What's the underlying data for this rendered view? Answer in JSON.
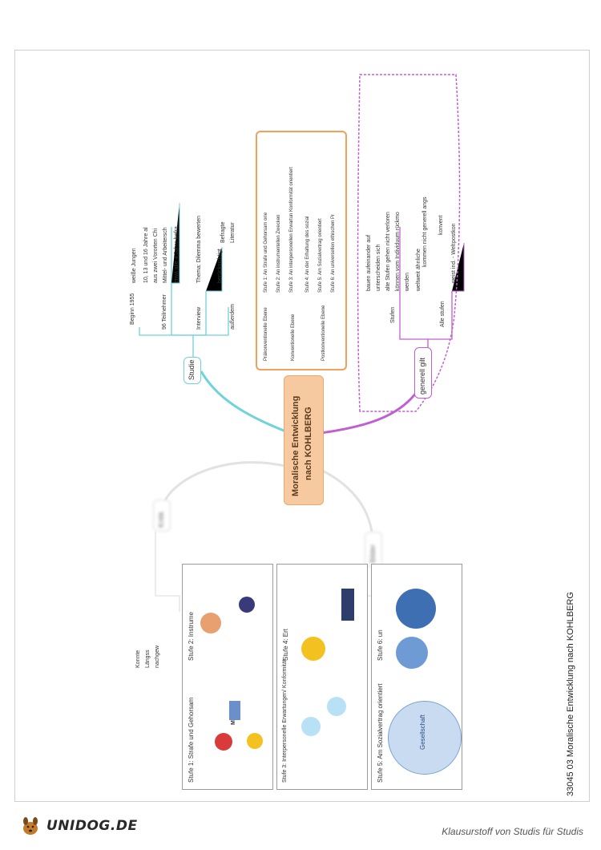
{
  "central": {
    "line1": "Moralische Entwicklung",
    "line2": "nach KOHLBERG"
  },
  "studie": {
    "label": "Studie",
    "beginn": "Beginn 1955",
    "teilnehmer": "96 Teilnehmer",
    "items": [
      "weiße Jungen",
      "10, 13 und 16 Jahre al",
      "aus zwei Vororten Chi",
      "Mittel- und Arbeitersch",
      "etwa alle 4 Jahre befra"
    ],
    "interview": "Interview",
    "thema": "Thema: Dilemma bewerten",
    "ausserdem": "außerdem",
    "beruecksichtigt": "berücksichtigt",
    "befragte": "Befragte",
    "literatur": "Literatur"
  },
  "stufen_table": {
    "levels": [
      "Präkonventionelle Ebene",
      "Konventionelle Ebene",
      "Postkonventionelle Ebene"
    ],
    "rows": [
      "Stufe 1:  An Strafe und Gehorsam orie",
      "Stufe 2:  An instrumentellen Zwecken",
      "Stufe 3:  An interpersonellen Erwartun Konformität orientiert",
      "Stufe 4:  An der Erhaltung des sozial",
      "Stufe 5:  Am Sozialvertrag orientiert",
      "Stufe 6:  An universellen ethischen Pr"
    ]
  },
  "generell": {
    "label": "generell gilt",
    "stufen": "Stufen",
    "stufen_items": [
      "bauen aufeinander auf",
      "unterscheiden sich",
      "alte Stufen gehen nicht verloren",
      "können vom Individuum rückmo",
      "werden",
      "weltweit ähnliche"
    ],
    "kommen": "kommen nicht generell angs",
    "alle_stufen": "Alle stufen",
    "weist": "weist ind. - Welt",
    "konvent": "konvent",
    "postkonv": "postkon"
  },
  "kritik": {
    "label": "Kritik",
    "items": [
      "Konnte",
      "Längss",
      "nachgew"
    ]
  },
  "bilder": {
    "label": "Bilder",
    "stufe1": "Stufe 1: Strafe und Gehorsam",
    "stufe2": "Stufe 2: Instrume",
    "stufe3": "Stufe 3: Interpersonelle Erwartungen/ Konformität",
    "stufe4": "Stufe 4: Ert",
    "stufe5": "Stufe 5: Am Sozialvertrag orientiert",
    "stufe6": "Stufe 6: un",
    "macht": "MACHT",
    "gesellschaft": "Gesellschaft"
  },
  "doc_id": "33045 03 Moralische Entwicklung nach KOHLBERG",
  "footer": {
    "brand": "UNIDOG.DE",
    "tagline": "Klausurstoff von Studis für Studis"
  },
  "colors": {
    "central": "#f6c9a0",
    "studie": "#6fd3d8",
    "generell": "#c15fd0",
    "table_border": "#f0a15e",
    "gray": "#cfcfcf"
  }
}
